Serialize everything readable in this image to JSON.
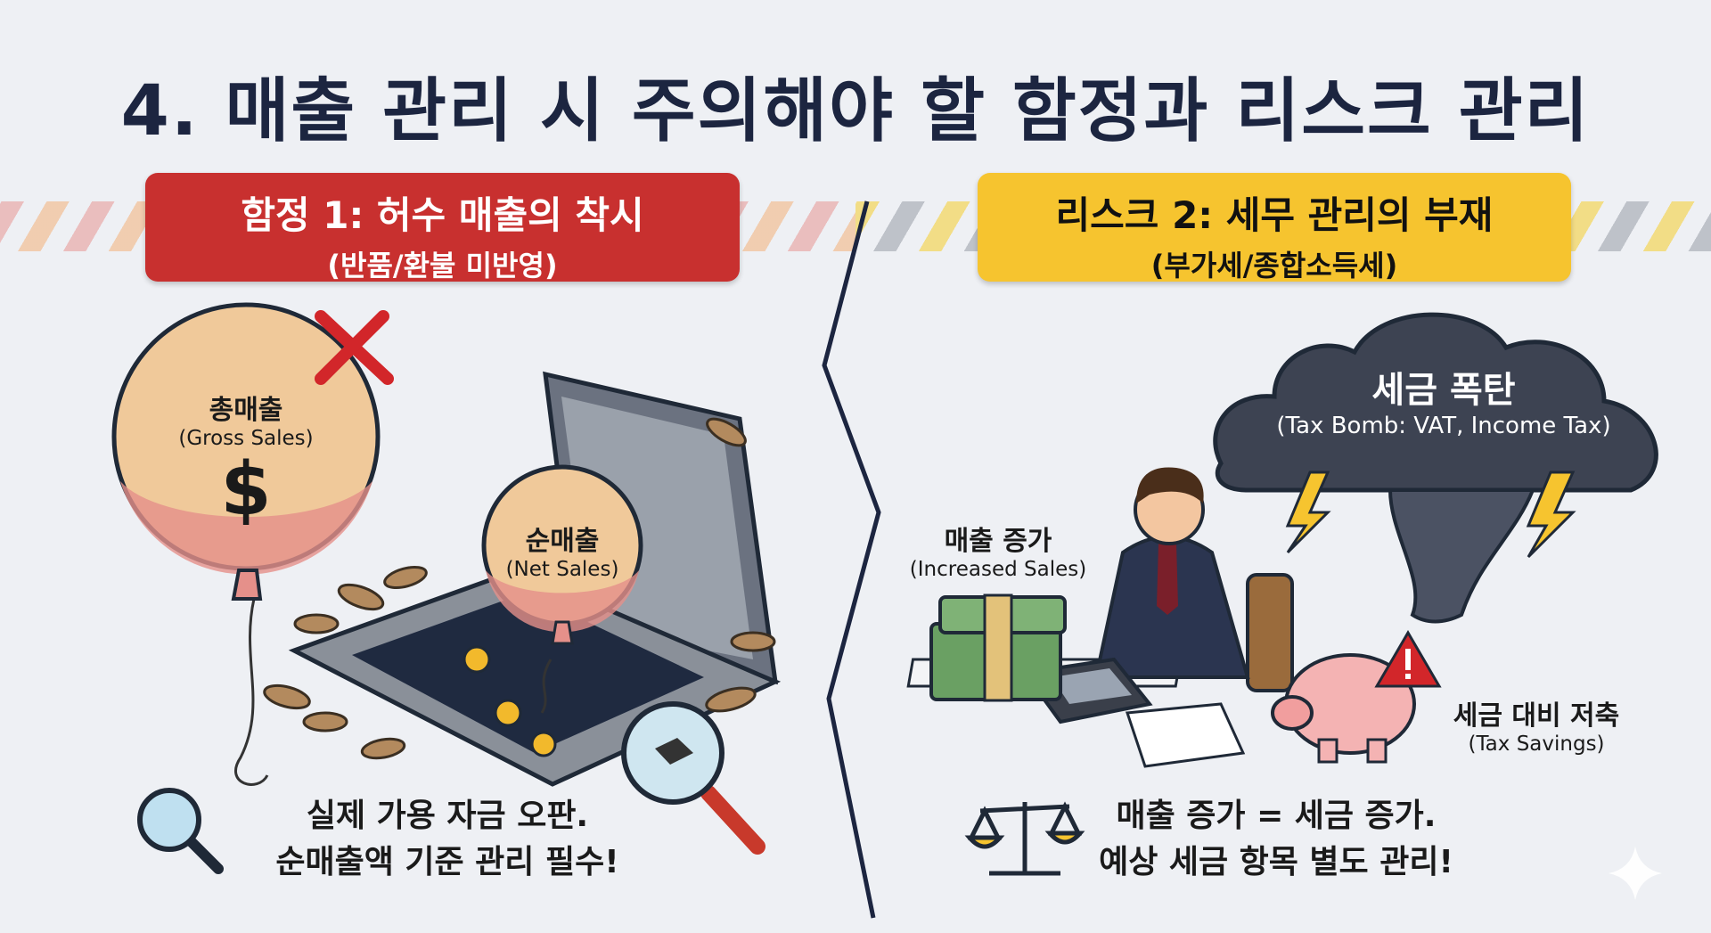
{
  "title": "4. 매출 관리 시 주의해야 할 함정과 리스크 관리",
  "left": {
    "header": {
      "title": "함정 1: 허수 매출의 착시",
      "subtitle": "(반품/환불 미반영)"
    },
    "gross": {
      "label": "총매출",
      "english": "(Gross Sales)",
      "symbol": "$"
    },
    "net": {
      "label": "순매출",
      "english": "(Net Sales)"
    },
    "bottom": [
      "실제 가용 자금 오판.",
      "순매출액 기준 관리 필수!"
    ]
  },
  "right": {
    "header": {
      "title": "리스크 2: 세무 관리의 부재",
      "subtitle": "(부가세/종합소득세)"
    },
    "cloud": {
      "label": "세금 폭탄",
      "english": "(Tax Bomb: VAT, Income Tax)"
    },
    "sales": {
      "label": "매출 증가",
      "english": "(Increased Sales)"
    },
    "savings": {
      "label": "세금 대비 저축",
      "english": "(Tax Savings)"
    },
    "bottom": [
      "매출 증가 = 세금 증가.",
      "예상 세금 항목 별도 관리!"
    ]
  },
  "colors": {
    "red": "#c8302f",
    "yellow": "#f6c42f",
    "navy": "#1c2540"
  }
}
